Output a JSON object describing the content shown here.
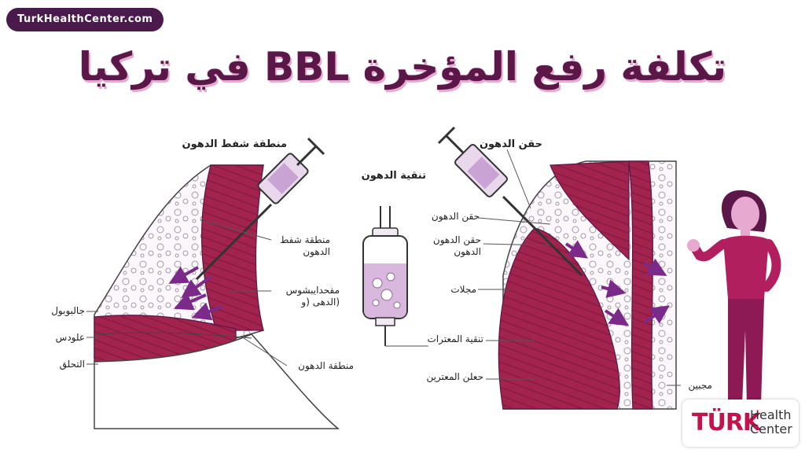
{
  "site_badge": "TurkHealthCenter.com",
  "title": "تكلفة رفع المؤخرة BBL في تركيا",
  "labels": {
    "left_top": "منطقة شفط الدهون",
    "left_fat_zone": "منطقة شفط الدهون",
    "left_micro": "مفحدايبشوس (الدهى (و",
    "left_bottom": "منطقة الدهون",
    "left_side_1": "جالبوبول",
    "left_side_2": "علودس",
    "left_side_3": "التحلق",
    "middle_top": "تنقية الدهون",
    "right_top": "حقن الدهون",
    "right_1": "حقن الدهون",
    "right_2": "حقن الدهون الدهون",
    "right_3": "مجلات",
    "right_4": "تنقية المعترات",
    "right_5": "حعلن المعترين",
    "right_6": "مجبين"
  },
  "logo": {
    "turk": "TÜRK",
    "health": "Health",
    "center": "Center"
  },
  "colors": {
    "primary": "#5a1748",
    "muscle": "#a3234f",
    "accent": "#7b2a8a"
  }
}
